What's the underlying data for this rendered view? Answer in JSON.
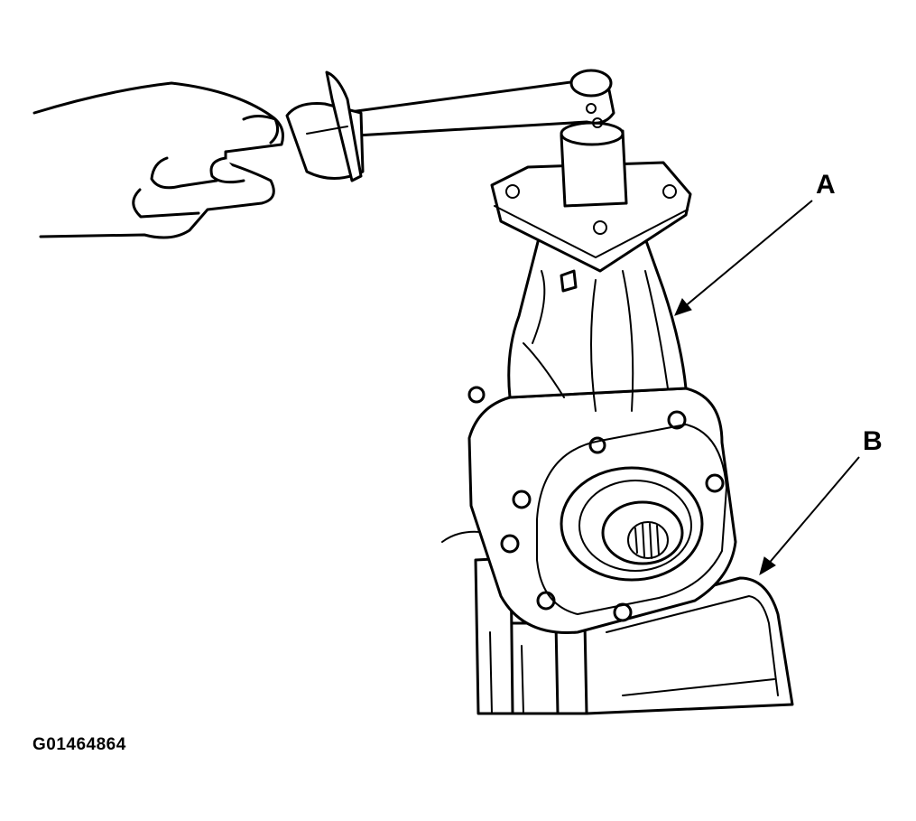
{
  "callouts": {
    "a": "A",
    "b": "B"
  },
  "figure_id": "G01464864",
  "colors": {
    "ink": "#000000",
    "paper": "#ffffff"
  }
}
